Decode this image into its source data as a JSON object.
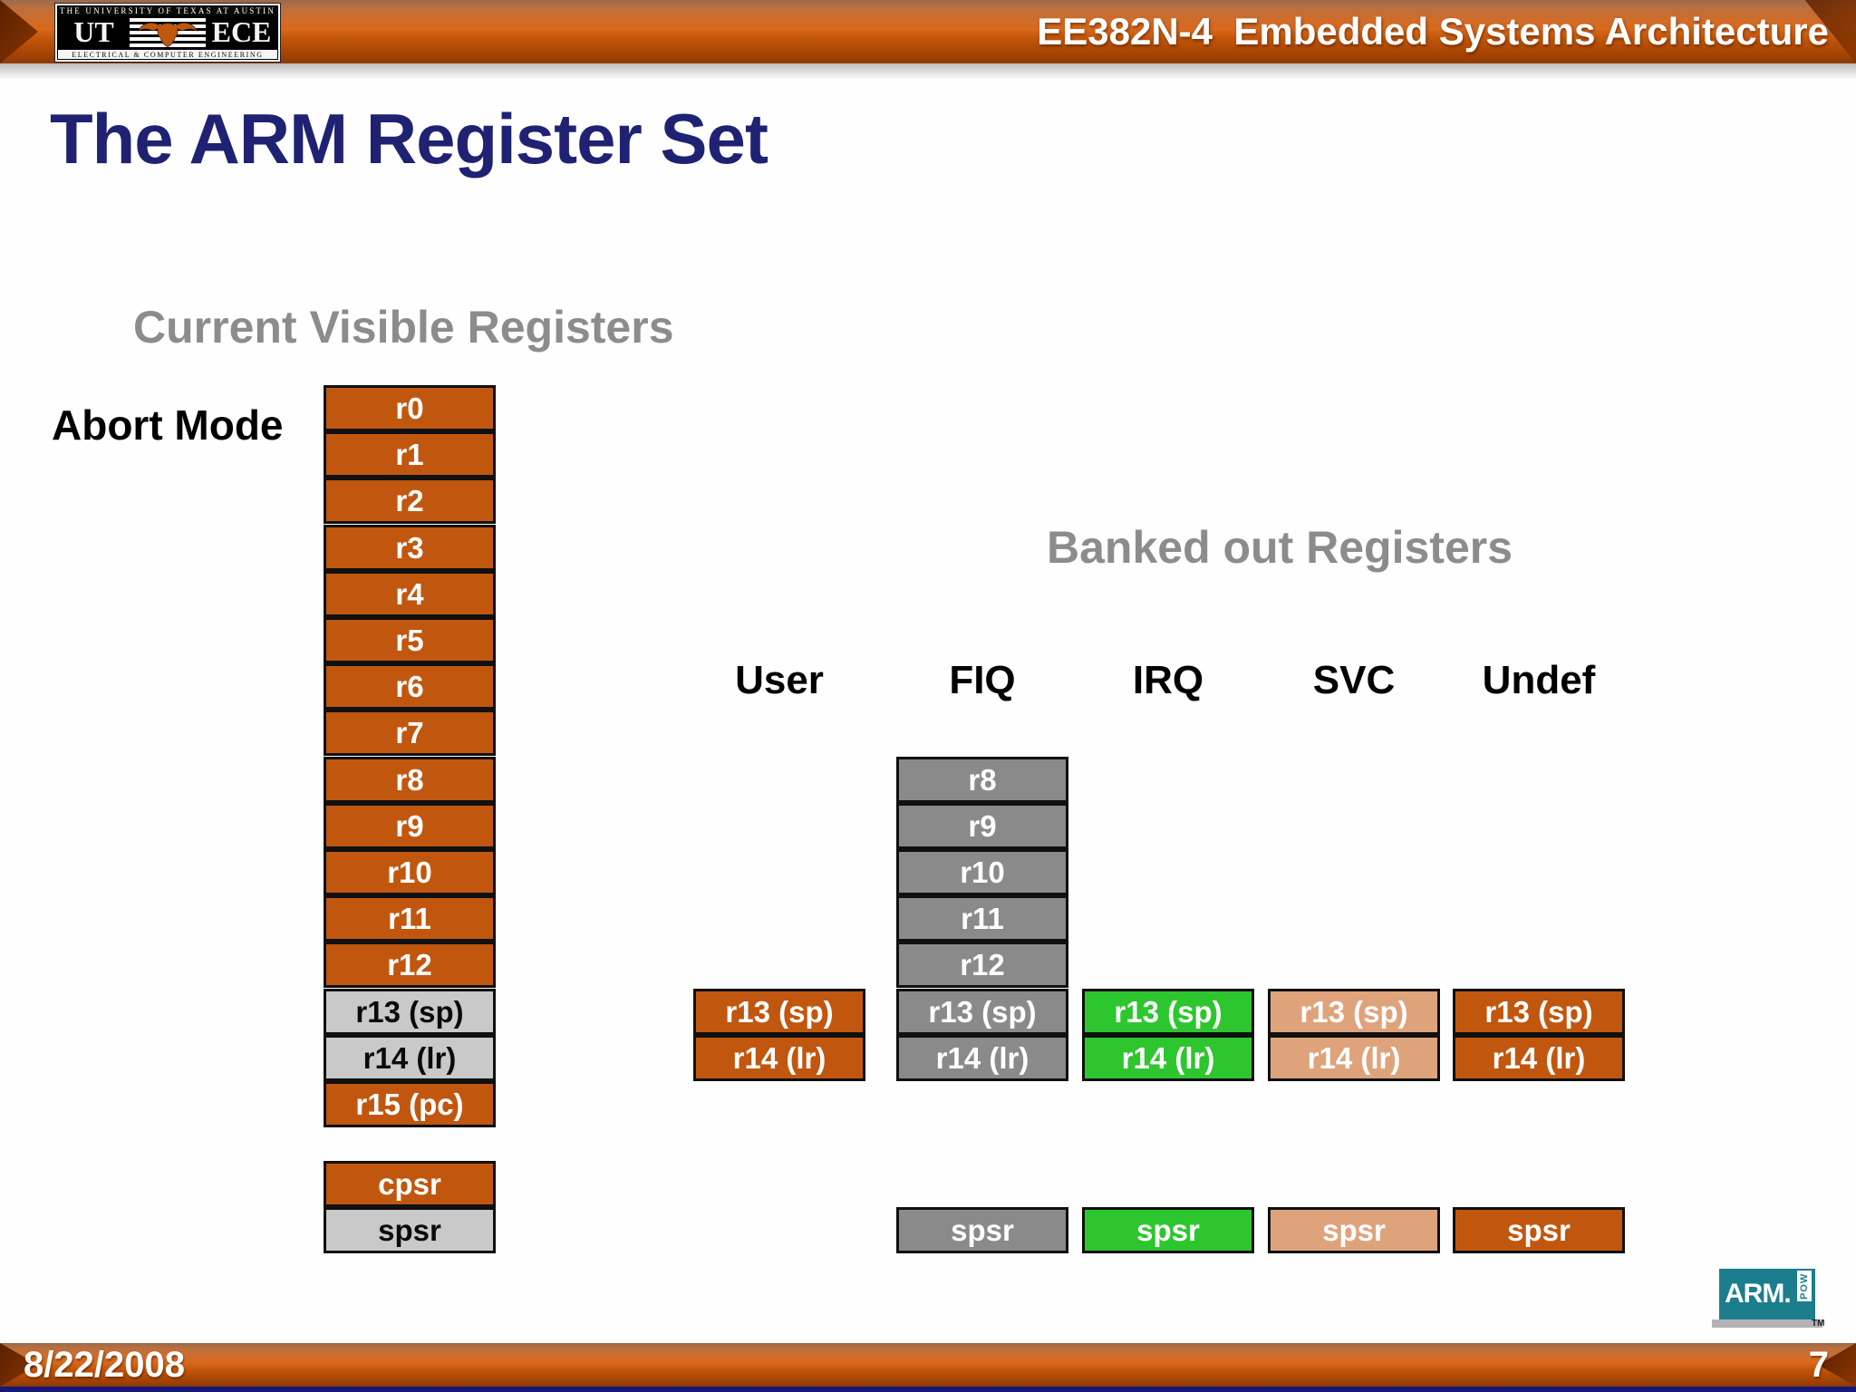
{
  "header": {
    "course_label": "EE382N-4  Embedded Systems Architecture",
    "logo": {
      "top_line": "THE UNIVERSITY OF TEXAS AT AUSTIN",
      "ut": "UT",
      "ece": "ECE",
      "bottom_line": "ELECTRICAL & COMPUTER ENGINEERING"
    }
  },
  "slide": {
    "title": "The ARM Register Set",
    "current_heading": "Current Visible Registers",
    "banked_heading": "Banked out Registers",
    "mode_label": "Abort Mode"
  },
  "colors": {
    "register_orange": "#C1570F",
    "register_dark_gray": "#8A8A8A",
    "register_light_gray": "#C9C9C9",
    "register_green": "#2EC62E",
    "register_tan": "#DFA37B",
    "bar_orange": "#C05408",
    "title_navy": "#1F2272",
    "heading_gray": "#8C8C8C",
    "footer_strip_navy": "#181878",
    "arm_teal": "#1C7D8D"
  },
  "main_column": {
    "registers": [
      "r0",
      "r1",
      "r2",
      "r3",
      "r4",
      "r5",
      "r6",
      "r7",
      "r8",
      "r9",
      "r10",
      "r11",
      "r12",
      "r13 (sp)",
      "r14 (lr)",
      "r15 (pc)"
    ],
    "cpsr": "cpsr",
    "spsr": "spsr"
  },
  "banked": {
    "mode_headers": [
      "User",
      "FIQ",
      "IRQ",
      "SVC",
      "Undef"
    ],
    "fiq_high_registers": [
      "r8",
      "r9",
      "r10",
      "r11",
      "r12"
    ],
    "r13": "r13 (sp)",
    "r14": "r14 (lr)",
    "spsr": "spsr"
  },
  "footer": {
    "date": "8/22/2008",
    "page_number": "7"
  },
  "arm_logo": {
    "name": "ARM.",
    "vertical_text": "POW",
    "tm": "TM"
  }
}
